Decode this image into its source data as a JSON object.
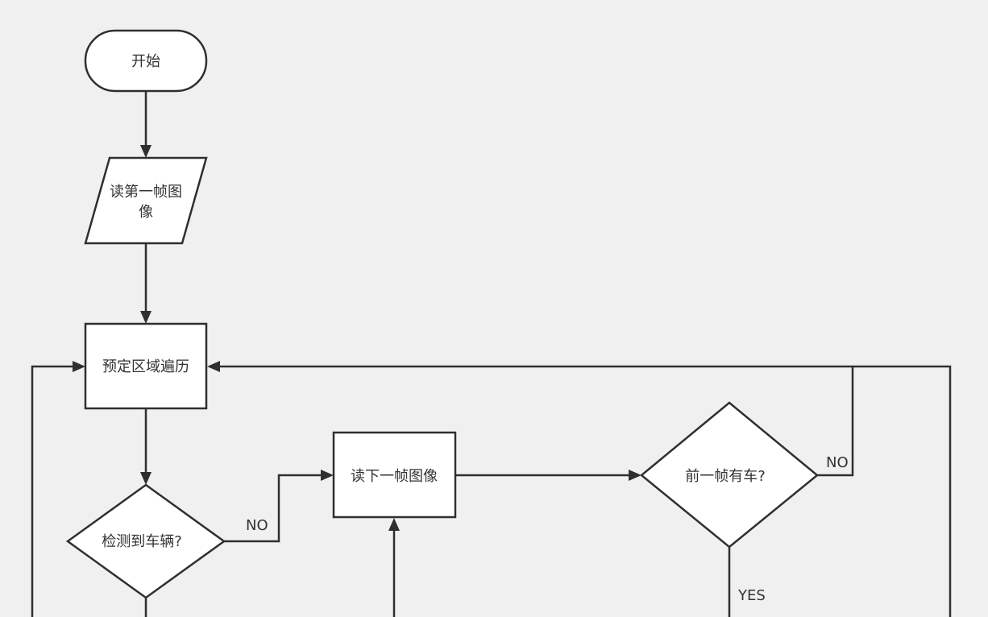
{
  "nodes": {
    "start": {
      "label": "开始"
    },
    "read_first": {
      "line1": "读第一帧图",
      "line2": "像"
    },
    "traverse": {
      "label": "预定区域遍历"
    },
    "detect": {
      "label": "检测到车辆?"
    },
    "read_next": {
      "label": "读下一帧图像"
    },
    "prev_has_car": {
      "label": "前一帧有车?"
    }
  },
  "edge_labels": {
    "detect_no": "NO",
    "prev_no": "NO",
    "prev_yes": "YES"
  },
  "colors": {
    "background": "#f0f0f0",
    "stroke": "#2f2f2f",
    "node_fill": "#ffffff",
    "text": "#333333"
  }
}
